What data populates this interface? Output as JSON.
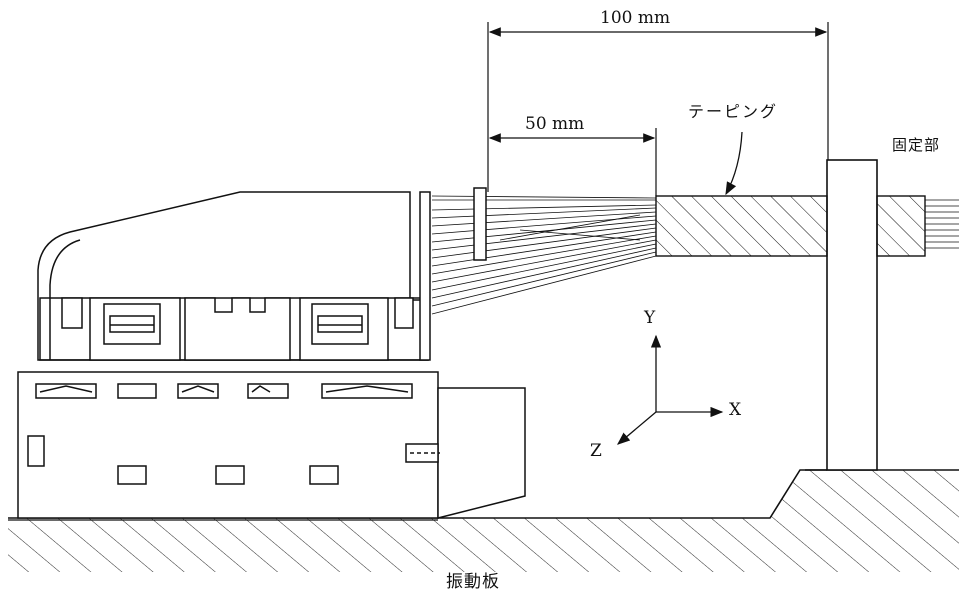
{
  "labels": {
    "dim_100": "100 mm",
    "dim_50": "50 mm",
    "taping": "テーピング",
    "fixing_part": "固定部",
    "vibration_plate": "振動板",
    "axis_x": "X",
    "axis_y": "Y",
    "axis_z": "Z"
  },
  "colors": {
    "line": "#111111",
    "background": "#ffffff"
  }
}
